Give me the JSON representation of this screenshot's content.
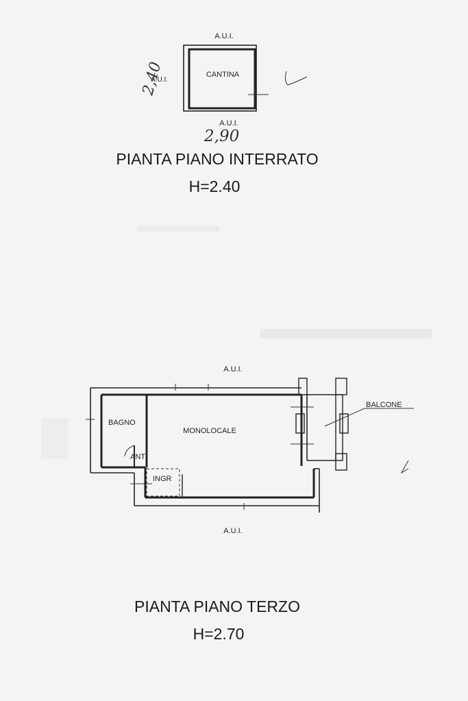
{
  "basement": {
    "labels": {
      "aui_top": "A.U.I.",
      "aui_left": "A.U.I.",
      "aui_bottom": "A.U.I.",
      "room": "CANTINA"
    },
    "handwritten": {
      "height_dim": "2,40",
      "width_dim": "2,90"
    },
    "title": "PIANTA PIANO INTERRATO",
    "height": "H=2.40"
  },
  "third_floor": {
    "labels": {
      "aui_top": "A.U.I.",
      "aui_bottom": "A.U.I.",
      "bagno": "BAGNO",
      "monolocale": "MONOLOCALE",
      "anti": "ANTI",
      "ingr": "INGR",
      "balcone": "BALCONE"
    },
    "title": "PIANTA PIANO TERZO",
    "height": "H=2.70"
  }
}
